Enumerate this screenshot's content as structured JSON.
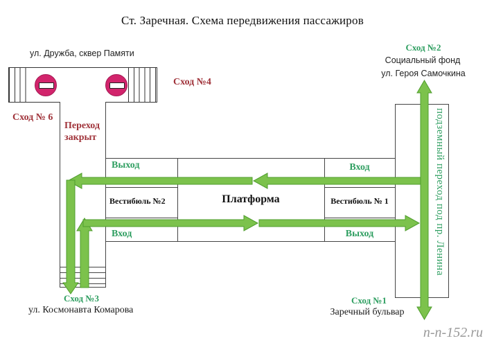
{
  "title": "Ст. Заречная. Схема передвижения пассажиров",
  "top_left": {
    "street": "ул. Дружба, сквер Памяти",
    "exit6": "Сход № 6",
    "exit4": "Сход №4",
    "crossing_closed": "Переход закрыт"
  },
  "station": {
    "vestibule2": {
      "exit": "Выход",
      "name": "Вестибюль №2",
      "entrance": "Вход"
    },
    "platform": "Платформа",
    "vestibule1": {
      "entrance": "Вход",
      "name": "Вестибюль № 1",
      "exit": "Выход"
    }
  },
  "right_side": {
    "exit2": "Сход №2",
    "social_fund": "Социальный фонд",
    "street": "ул. Героя Самочкина",
    "underpass": "подземный переход под пр. Ленина",
    "exit1": "Сход №1",
    "boulevard": "Заречный бульвар"
  },
  "bottom_left": {
    "exit3": "Сход №3",
    "street": "ул. Космонавта Комарова"
  },
  "watermark": "n-n-152.ru",
  "icons": [
    {
      "name": "no-entry-icon",
      "shape": "magenta circle with white bar"
    }
  ],
  "colors": {
    "arrow_green": "#7CC24C",
    "arrow_border": "#4F9D2E",
    "label_green": "#2E9E60",
    "label_red": "#A0333A",
    "no_entry_pink": "#D2246C",
    "grid_line": "#444444",
    "watermark_gray": "#999999"
  }
}
